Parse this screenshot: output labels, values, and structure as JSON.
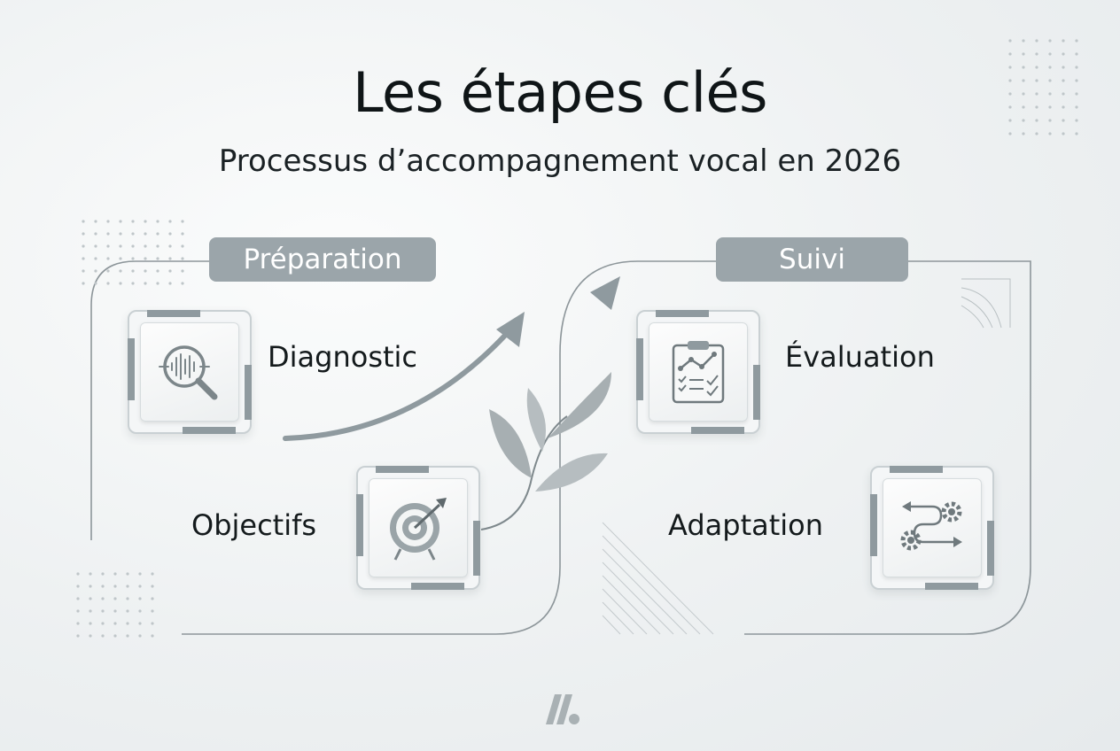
{
  "header": {
    "title": "Les étapes clés",
    "subtitle": "Processus d’accompagnement vocal en 2026"
  },
  "sections": [
    {
      "label": "Préparation"
    },
    {
      "label": "Suivi"
    }
  ],
  "steps": [
    {
      "label": "Diagnostic",
      "icon": "magnifier-soundwave-icon"
    },
    {
      "label": "Objectifs",
      "icon": "target-arrow-icon"
    },
    {
      "label": "Évaluation",
      "icon": "clipboard-chart-icon"
    },
    {
      "label": "Adaptation",
      "icon": "gears-arrows-icon"
    }
  ],
  "colors": {
    "accent": "#9ba5aa",
    "line": "#8f9a9f",
    "leaf": "#a7afb2",
    "text": "#141a1c"
  },
  "logo": {
    "icon": "brand-slash-logo"
  }
}
